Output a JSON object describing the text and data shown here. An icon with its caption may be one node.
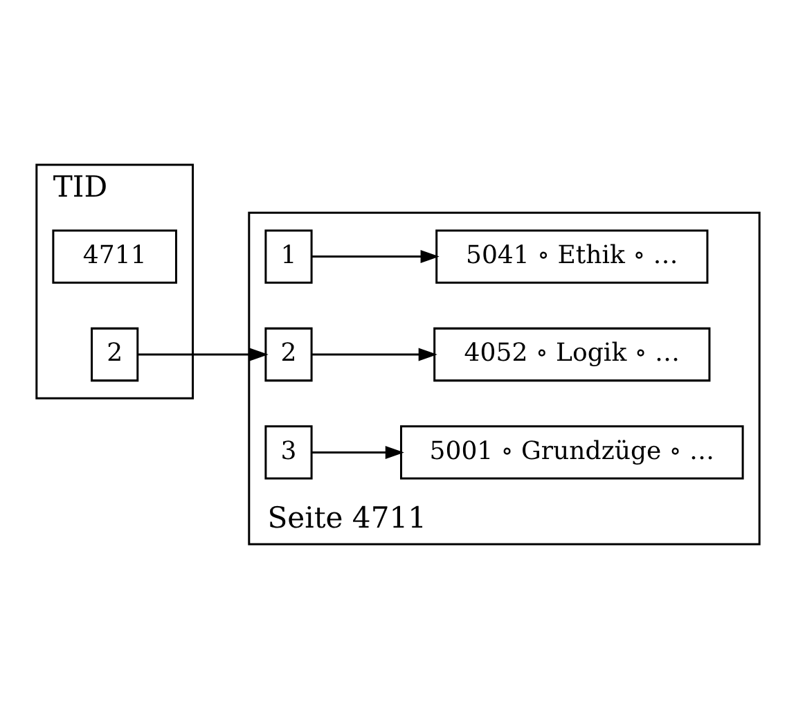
{
  "diagram": {
    "nodes": [
      {
        "text": [
          "TID"
        ]
      },
      {
        "text": [
          "4711"
        ],
        "in": 0
      },
      {
        "text": [
          "2"
        ],
        "in": 0
      },
      {
        "text": [
          "Seite 4711"
        ]
      },
      {
        "text": [
          "1"
        ],
        "in": 3
      },
      {
        "text": [
          "2"
        ],
        "in": 3
      },
      {
        "text": [
          "3"
        ],
        "in": 3
      },
      {
        "text": [
          "5001 ∘ Grundzüge ∘ …"
        ],
        "in": 3
      },
      {
        "text": [
          "4052 ∘ Logik ∘ …"
        ],
        "in": 3
      },
      {
        "text": [
          "5041 ∘ Ethik ∘ …"
        ],
        "in": 3
      }
    ],
    "edges": [
      {
        "from": 2,
        "to": 5,
        "arrow": "to"
      },
      {
        "from": 6,
        "to": 7,
        "arrow": "to"
      },
      {
        "from": 5,
        "to": 8,
        "arrow": "to"
      },
      {
        "from": 4,
        "to": 9,
        "arrow": "to"
      }
    ]
  }
}
